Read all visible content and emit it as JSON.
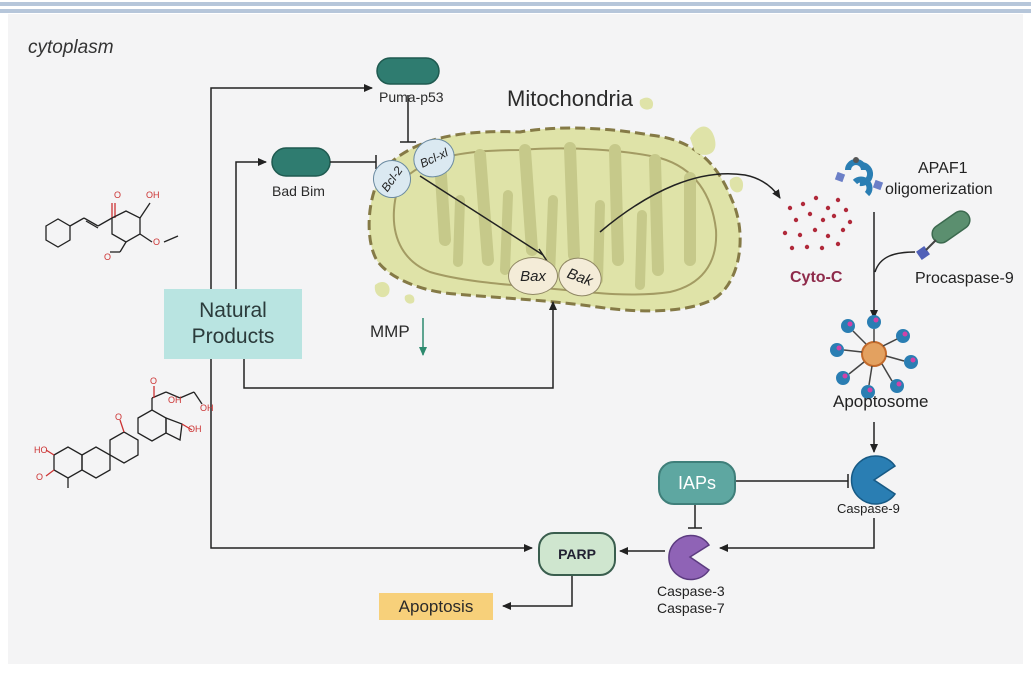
{
  "region_label": "cytoplasm",
  "organelle_label": "Mitochondria",
  "natural_products": {
    "line1": "Natural",
    "line2": "Products"
  },
  "nodes": {
    "puma": "Puma-p53",
    "bad_bim": "Bad Bim",
    "bcl2": "Bcl-2",
    "bclxl": "Bcl-xl",
    "bax": "Bax",
    "bak": "Bak",
    "mmp": "MMP",
    "cyto_c": "Cyto-C",
    "apaf1": "APAF1",
    "oligomerization": "oligomerization",
    "procaspase9": "Procaspase-9",
    "apoptosome": "Apoptosome",
    "caspase9": "Caspase-9",
    "iaps": "IAPs",
    "parp": "PARP",
    "caspase3": "Caspase-3",
    "caspase7": "Caspase-7",
    "apoptosis": "Apoptosis"
  },
  "chem1_atoms": {
    "o1": "O",
    "oh": "OH",
    "o2": "O",
    "o3": "O"
  },
  "chem2_atoms": {
    "o1": "O",
    "o2": "O",
    "oh1": "OH",
    "oh2": "OH",
    "oh3": "OH",
    "ho": "HO",
    "o3": "O"
  },
  "colors": {
    "teal_node": "#2f7c70",
    "np_box": "#b9e4e1",
    "iaps": "#5ea7a1",
    "parp": "#cfe6cf",
    "apoptosis_box": "#f7d07a",
    "mito_fill": "#dfe3a8",
    "mito_outline": "#857a46",
    "cyto_c": "#8e2a4a",
    "caspase9": "#2a7eb3",
    "caspase3": "#8f63b6"
  }
}
